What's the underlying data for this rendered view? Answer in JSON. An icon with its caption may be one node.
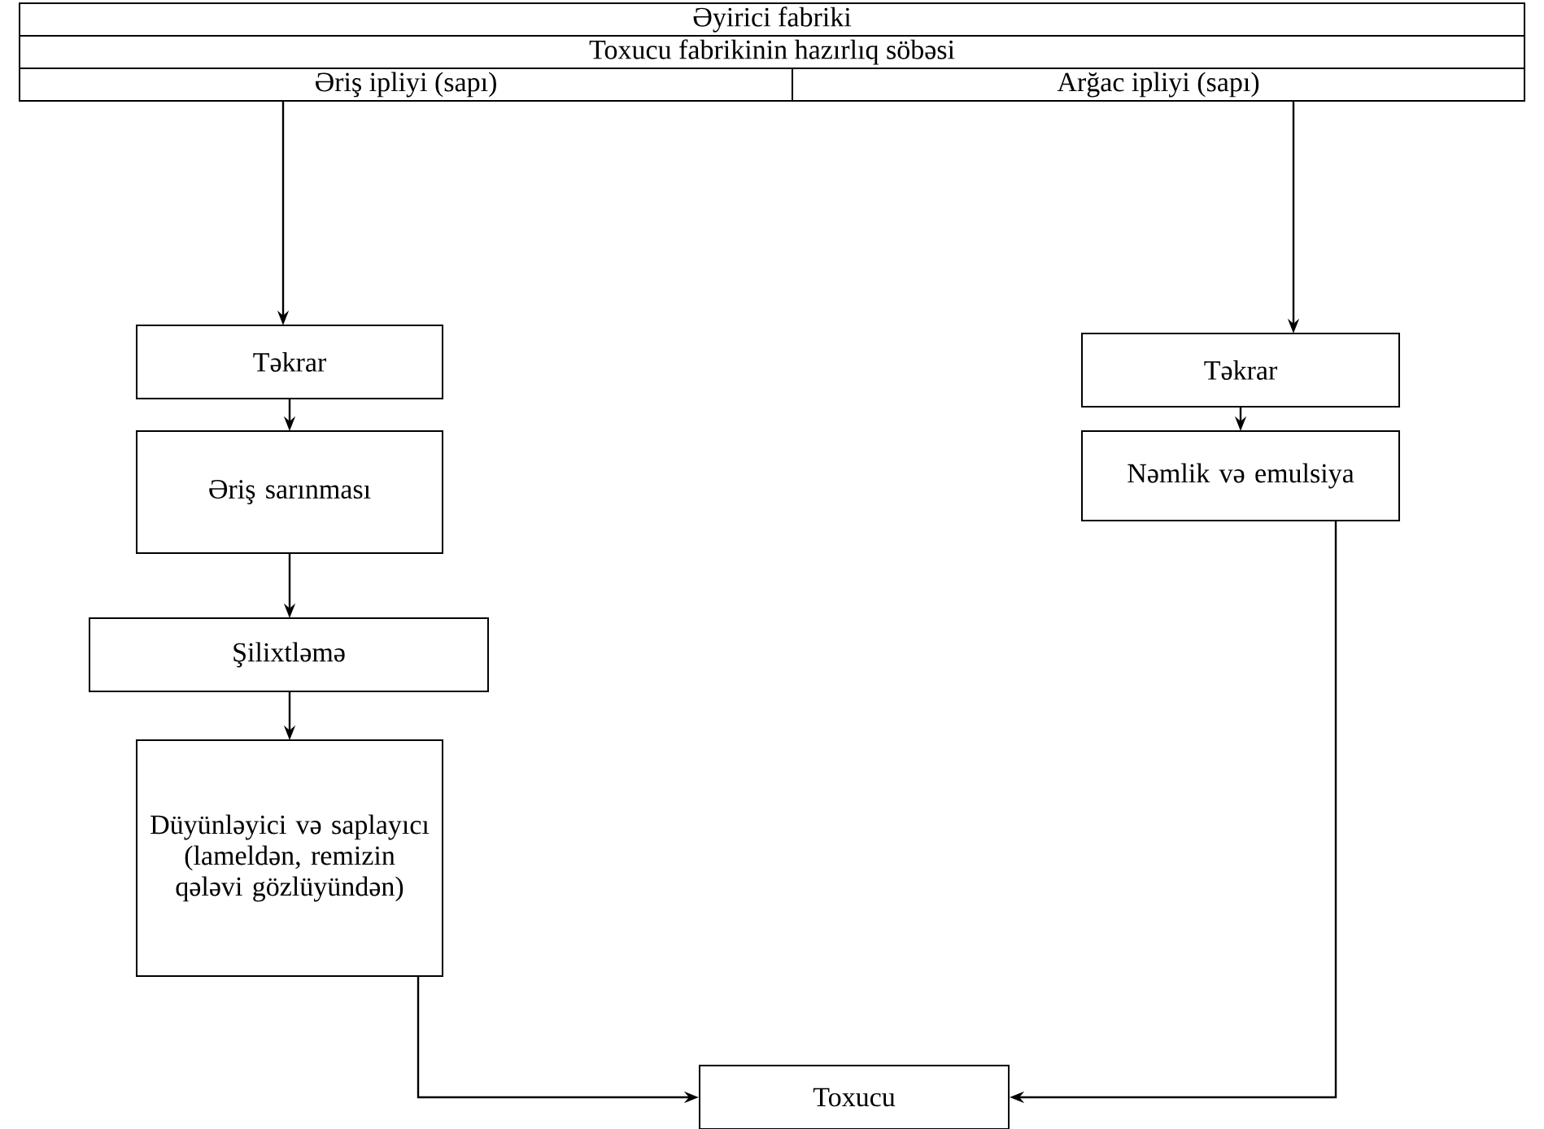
{
  "diagram": {
    "nodes": [
      {
        "text": [
          "Əyirici fabriki"
        ]
      },
      {
        "text": [
          "Toxucu fabrikinin hazırlıq söbəsi"
        ]
      },
      {
        "text": [
          "Əriş ipliyi (sapı)"
        ]
      },
      {
        "text": [
          "Arğac ipliyi (sapı)"
        ]
      },
      {
        "text": [
          "Təkrar"
        ]
      },
      {
        "text": [
          "Əriş sarınması"
        ]
      },
      {
        "text": [
          "Şilixtləmə"
        ]
      },
      {
        "text": [
          "Düyünləyici və saplayıcı (lameldən, remizin qələvi gözlüyündən)"
        ]
      },
      {
        "text": [
          "Təkrar"
        ]
      },
      {
        "text": [
          "Nəmlik və emulsiya"
        ]
      },
      {
        "text": [
          "Toxucu"
        ]
      }
    ],
    "edges": [
      {
        "from": 2,
        "to": 4,
        "arrow": "to"
      },
      {
        "from": 4,
        "to": 5,
        "arrow": "to"
      },
      {
        "from": 5,
        "to": 6,
        "arrow": "to"
      },
      {
        "from": 6,
        "to": 7,
        "arrow": "to"
      },
      {
        "from": 7,
        "to": 10,
        "arrow": "to"
      },
      {
        "from": 3,
        "to": 8,
        "arrow": "to"
      },
      {
        "from": 8,
        "to": 9,
        "arrow": "to"
      },
      {
        "from": 9,
        "to": 10,
        "arrow": "to"
      }
    ]
  }
}
